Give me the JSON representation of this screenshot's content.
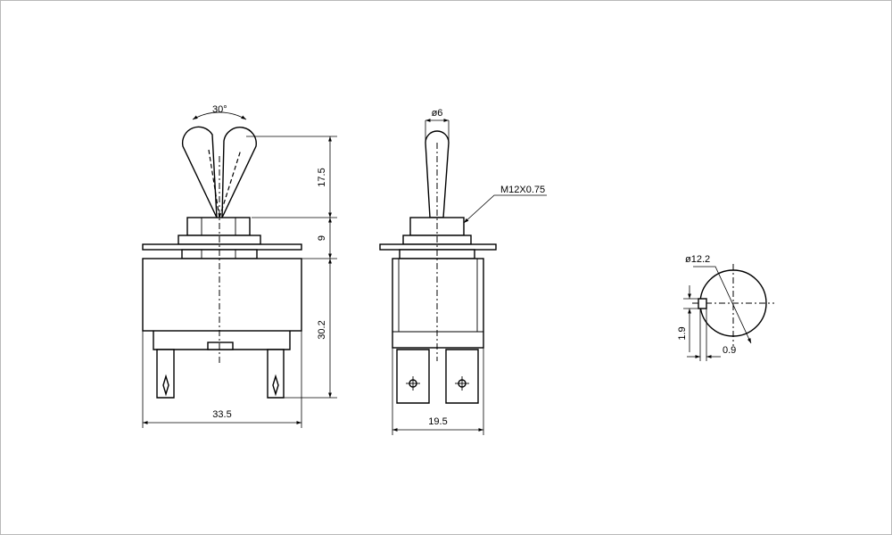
{
  "drawing": {
    "dimensions": {
      "angle": "30°",
      "lever_height": "17.5",
      "bushing_height": "9",
      "body_height": "30.2",
      "body_width": "33.5",
      "lever_diameter": "ø6",
      "thread": "M12X0.75",
      "side_width": "19.5",
      "panel_hole_diameter": "ø12.2",
      "key_height": "1.9",
      "key_depth": "0.9"
    }
  }
}
